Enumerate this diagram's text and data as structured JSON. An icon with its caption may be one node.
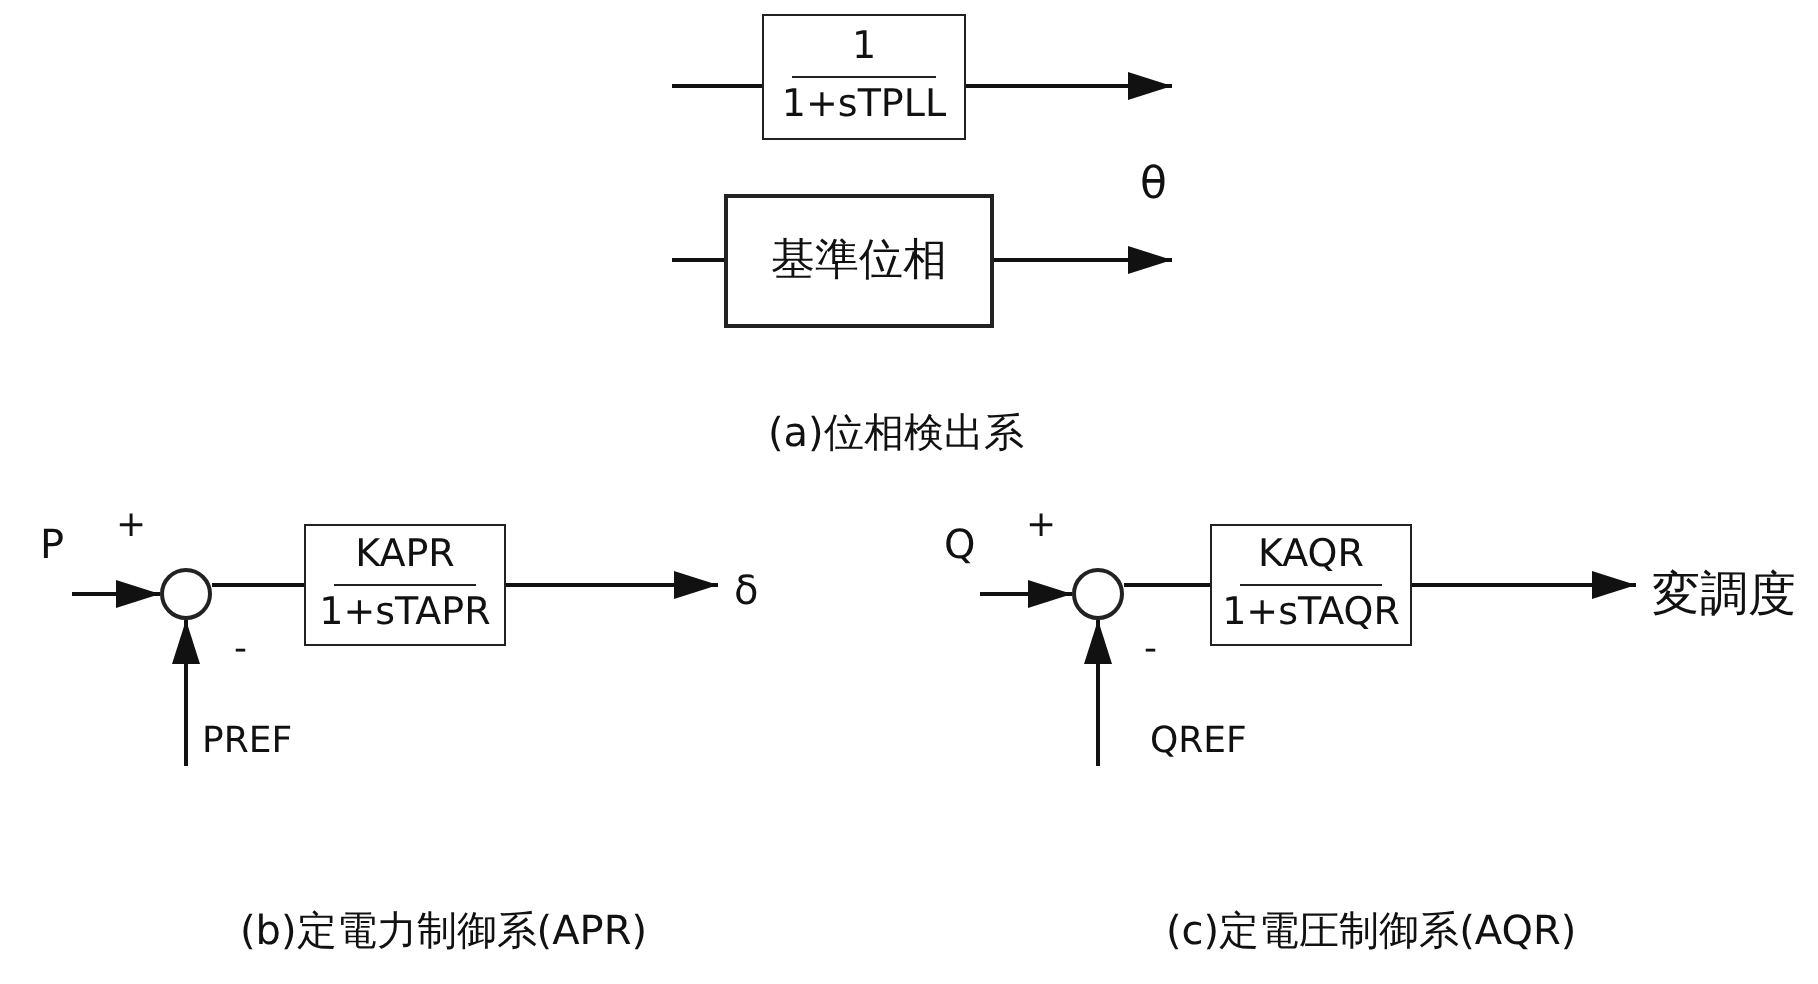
{
  "diagram": {
    "nodes": [
      {
        "text": [
          "1",
          "1+sTPLL"
        ]
      },
      {
        "text": [
          "基準位相"
        ]
      },
      {
        "text": [
          "P"
        ]
      },
      {
        "text": [],
        "shape": "circle"
      },
      {
        "text": [
          "KAPR",
          "1+sTAPR"
        ]
      },
      {
        "text": [
          "δ"
        ]
      },
      {
        "text": [
          "PREF"
        ]
      },
      {
        "text": [
          "Q"
        ]
      },
      {
        "text": [],
        "shape": "circle"
      },
      {
        "text": [
          "KAQR",
          "1+sTAQR"
        ]
      },
      {
        "text": [
          "変調度"
        ]
      },
      {
        "text": [
          "QREF"
        ]
      }
    ],
    "edges": [
      {
        "from": null,
        "to": 0,
        "arrow": "none"
      },
      {
        "from": 0,
        "to": null,
        "arrow": "to"
      },
      {
        "from": null,
        "to": 1,
        "arrow": "none"
      },
      {
        "from": 1,
        "to": null,
        "arrow": "to"
      },
      {
        "from": 2,
        "to": 3,
        "arrow": "to"
      },
      {
        "from": 6,
        "to": 3,
        "arrow": "to"
      },
      {
        "from": 3,
        "to": 4,
        "arrow": "none"
      },
      {
        "from": 4,
        "to": 5,
        "arrow": "to"
      },
      {
        "from": 7,
        "to": 8,
        "arrow": "to"
      },
      {
        "from": 11,
        "to": 8,
        "arrow": "to"
      },
      {
        "from": 8,
        "to": 9,
        "arrow": "none"
      },
      {
        "from": 9,
        "to": 10,
        "arrow": "to"
      }
    ],
    "labels": [
      "θ",
      "(a)位相検出系",
      "+",
      "+",
      "-",
      "-",
      "(b)定電力制御系(APR)",
      "(c)定電圧制御系(AQR)"
    ]
  }
}
